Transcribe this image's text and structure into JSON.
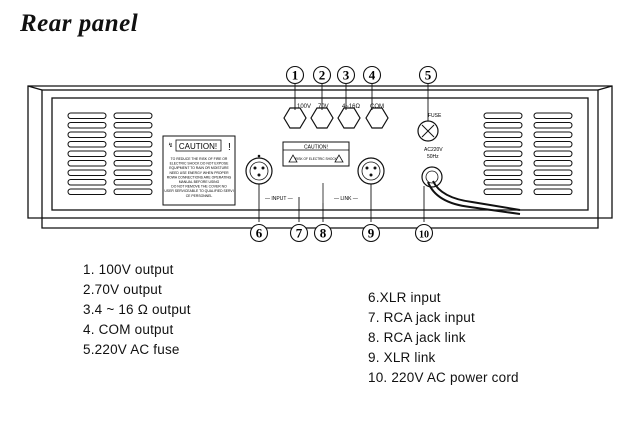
{
  "title": "Rear panel",
  "callouts": [
    "1",
    "2",
    "3",
    "4",
    "5",
    "6",
    "7",
    "8",
    "9",
    "10"
  ],
  "panel": {
    "terminals": [
      "100V",
      "70V",
      "4~16Ω",
      "COM"
    ],
    "fuse_label": "FUSE",
    "caution_title": "CAUTION!",
    "caution_mark": "!",
    "caution_text": [
      "TO REDUCE THE RISK OF FIRE OR",
      "ELECTRIC SHOCK DO NOT EXPOSE",
      "EQUIPMENT TO RAIN OR MOISTURE",
      "NEED USE ENERGY WHEN PROPER",
      "ROWA CONNECTIONS ARE OPERATING",
      "MANUAL BEFORE USING",
      "DO NOT REMOVE THE COVER NO",
      "USER SERVICEABLE TO QUALIFIED SERVI",
      "CE PERSONNEL"
    ],
    "caution_box_title": "CAUTION!",
    "caution_box_text": "RISK OF ELECTRIC SHOCK",
    "input_label": "INPUT",
    "link_label": "LINK",
    "power_label": [
      "AC220V",
      "50Hz"
    ]
  },
  "legend_left": [
    "1. 100V output",
    "2.70V output",
    "3.4 ~ 16 Ω output",
    "4. COM output",
    "5.220V AC fuse"
  ],
  "legend_right": [
    "6.XLR input",
    "7. RCA jack input",
    "8. RCA jack link",
    "9. XLR link",
    "10. 220V AC power cord"
  ]
}
